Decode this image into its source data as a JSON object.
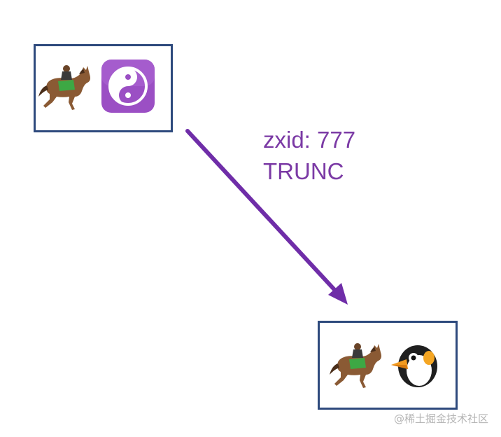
{
  "diagram": {
    "source_node": {
      "icons": [
        "horse-racing-icon",
        "yin-yang-icon"
      ]
    },
    "target_node": {
      "icons": [
        "horse-racing-icon",
        "penguin-icon"
      ]
    },
    "edge": {
      "label_line1": "zxid: 777",
      "label_line2": "TRUNC"
    }
  },
  "colors": {
    "box_border": "#2e4a7d",
    "arrow": "#6f2da8",
    "label_text": "#7b3aa5"
  },
  "watermark": "@稀土掘金技术社区"
}
